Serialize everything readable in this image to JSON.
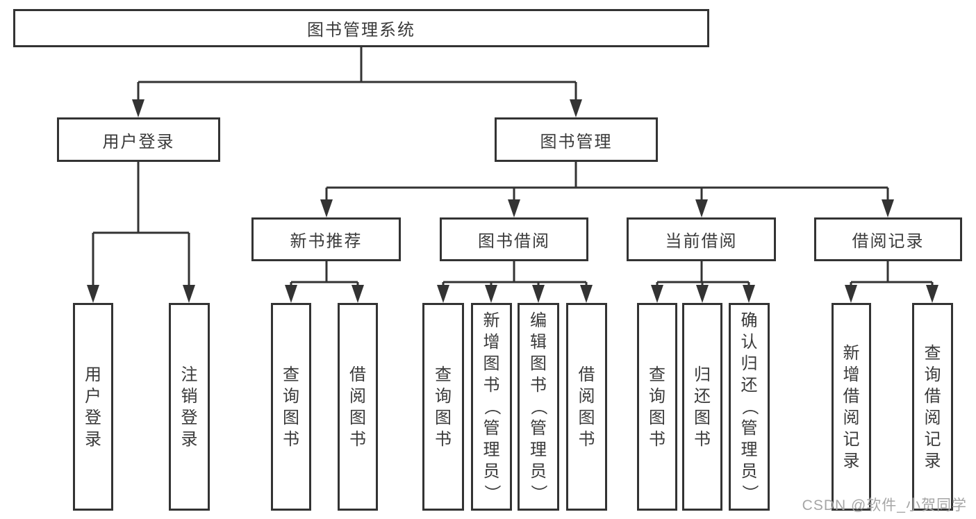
{
  "nodes": {
    "root": "图书管理系统",
    "user_login": "用户登录",
    "book_mgmt": "图书管理",
    "new_book": "新书推荐",
    "book_borrow": "图书借阅",
    "current_borrow": "当前借阅",
    "borrow_record": "借阅记录"
  },
  "leaves": {
    "user_login": [
      "用户登录",
      "注销登录"
    ],
    "new_book": [
      "查询图书",
      "借阅图书"
    ],
    "book_borrow": [
      "查询图书",
      "新增图书（管理员）",
      "编辑图书（管理员）",
      "借阅图书"
    ],
    "current_borrow": [
      "查询图书",
      "归还图书",
      "确认归还（管理员）"
    ],
    "borrow_record": [
      "新增借阅记录",
      "查询借阅记录"
    ]
  },
  "watermark": "CSDN @软件_小贺同学",
  "colors": {
    "line": "#333333",
    "text": "#3a3a3a",
    "watermark": "#a6a6a6",
    "background": "#ffffff"
  }
}
